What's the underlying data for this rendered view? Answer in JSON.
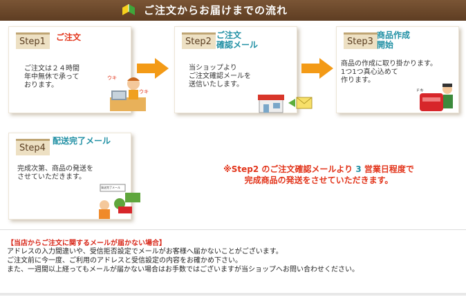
{
  "header": {
    "title": "ご注文からお届けまでの流れ"
  },
  "steps": [
    {
      "tag": "Step1",
      "title": "ご注文",
      "desc": "ご注文は２４時間\n年中無休で承って\nおります。"
    },
    {
      "tag": "Step2",
      "title_line1": "ご注文",
      "title_line2": "確認メール",
      "desc": "当ショップより\nご注文確認メールを\n送信いたします。"
    },
    {
      "tag": "Step3",
      "title_line1": "商品作成",
      "title_line2": "開始",
      "desc": "商品の作成に取り掛かります。\n1つ1つ真心込めて\n作ります。"
    },
    {
      "tag": "Step4",
      "title": "配送完了メール",
      "desc": "完成次第、商品の発送を\nさせていただきます。"
    }
  ],
  "notice": {
    "prefix": "※Step2 のご注文確認メールより ",
    "num": "3",
    "suffix": " 営業日程度で",
    "line2": "完成商品の発送をさせていただきます。"
  },
  "illustration": {
    "sign": "発送完了メール"
  },
  "warning": {
    "title": "【当店からご注文に関するメールが届かない場合】",
    "lines": [
      "アドレスの入力間違いや、受信拒否設定でメールがお客様へ届かないことがございます。",
      "ご注文前に今一度、ご利用のアドレスと受信設定の内容をお確かめ下さい。",
      "また、一週間以上経ってもメールが届かない場合はお手数ではございますが当ショップへお問い合わせください。"
    ]
  },
  "colors": {
    "header_bg": "#6a4528",
    "accent_red": "#e2341a",
    "accent_teal": "#2190a4",
    "arrow": "#f39a16"
  }
}
